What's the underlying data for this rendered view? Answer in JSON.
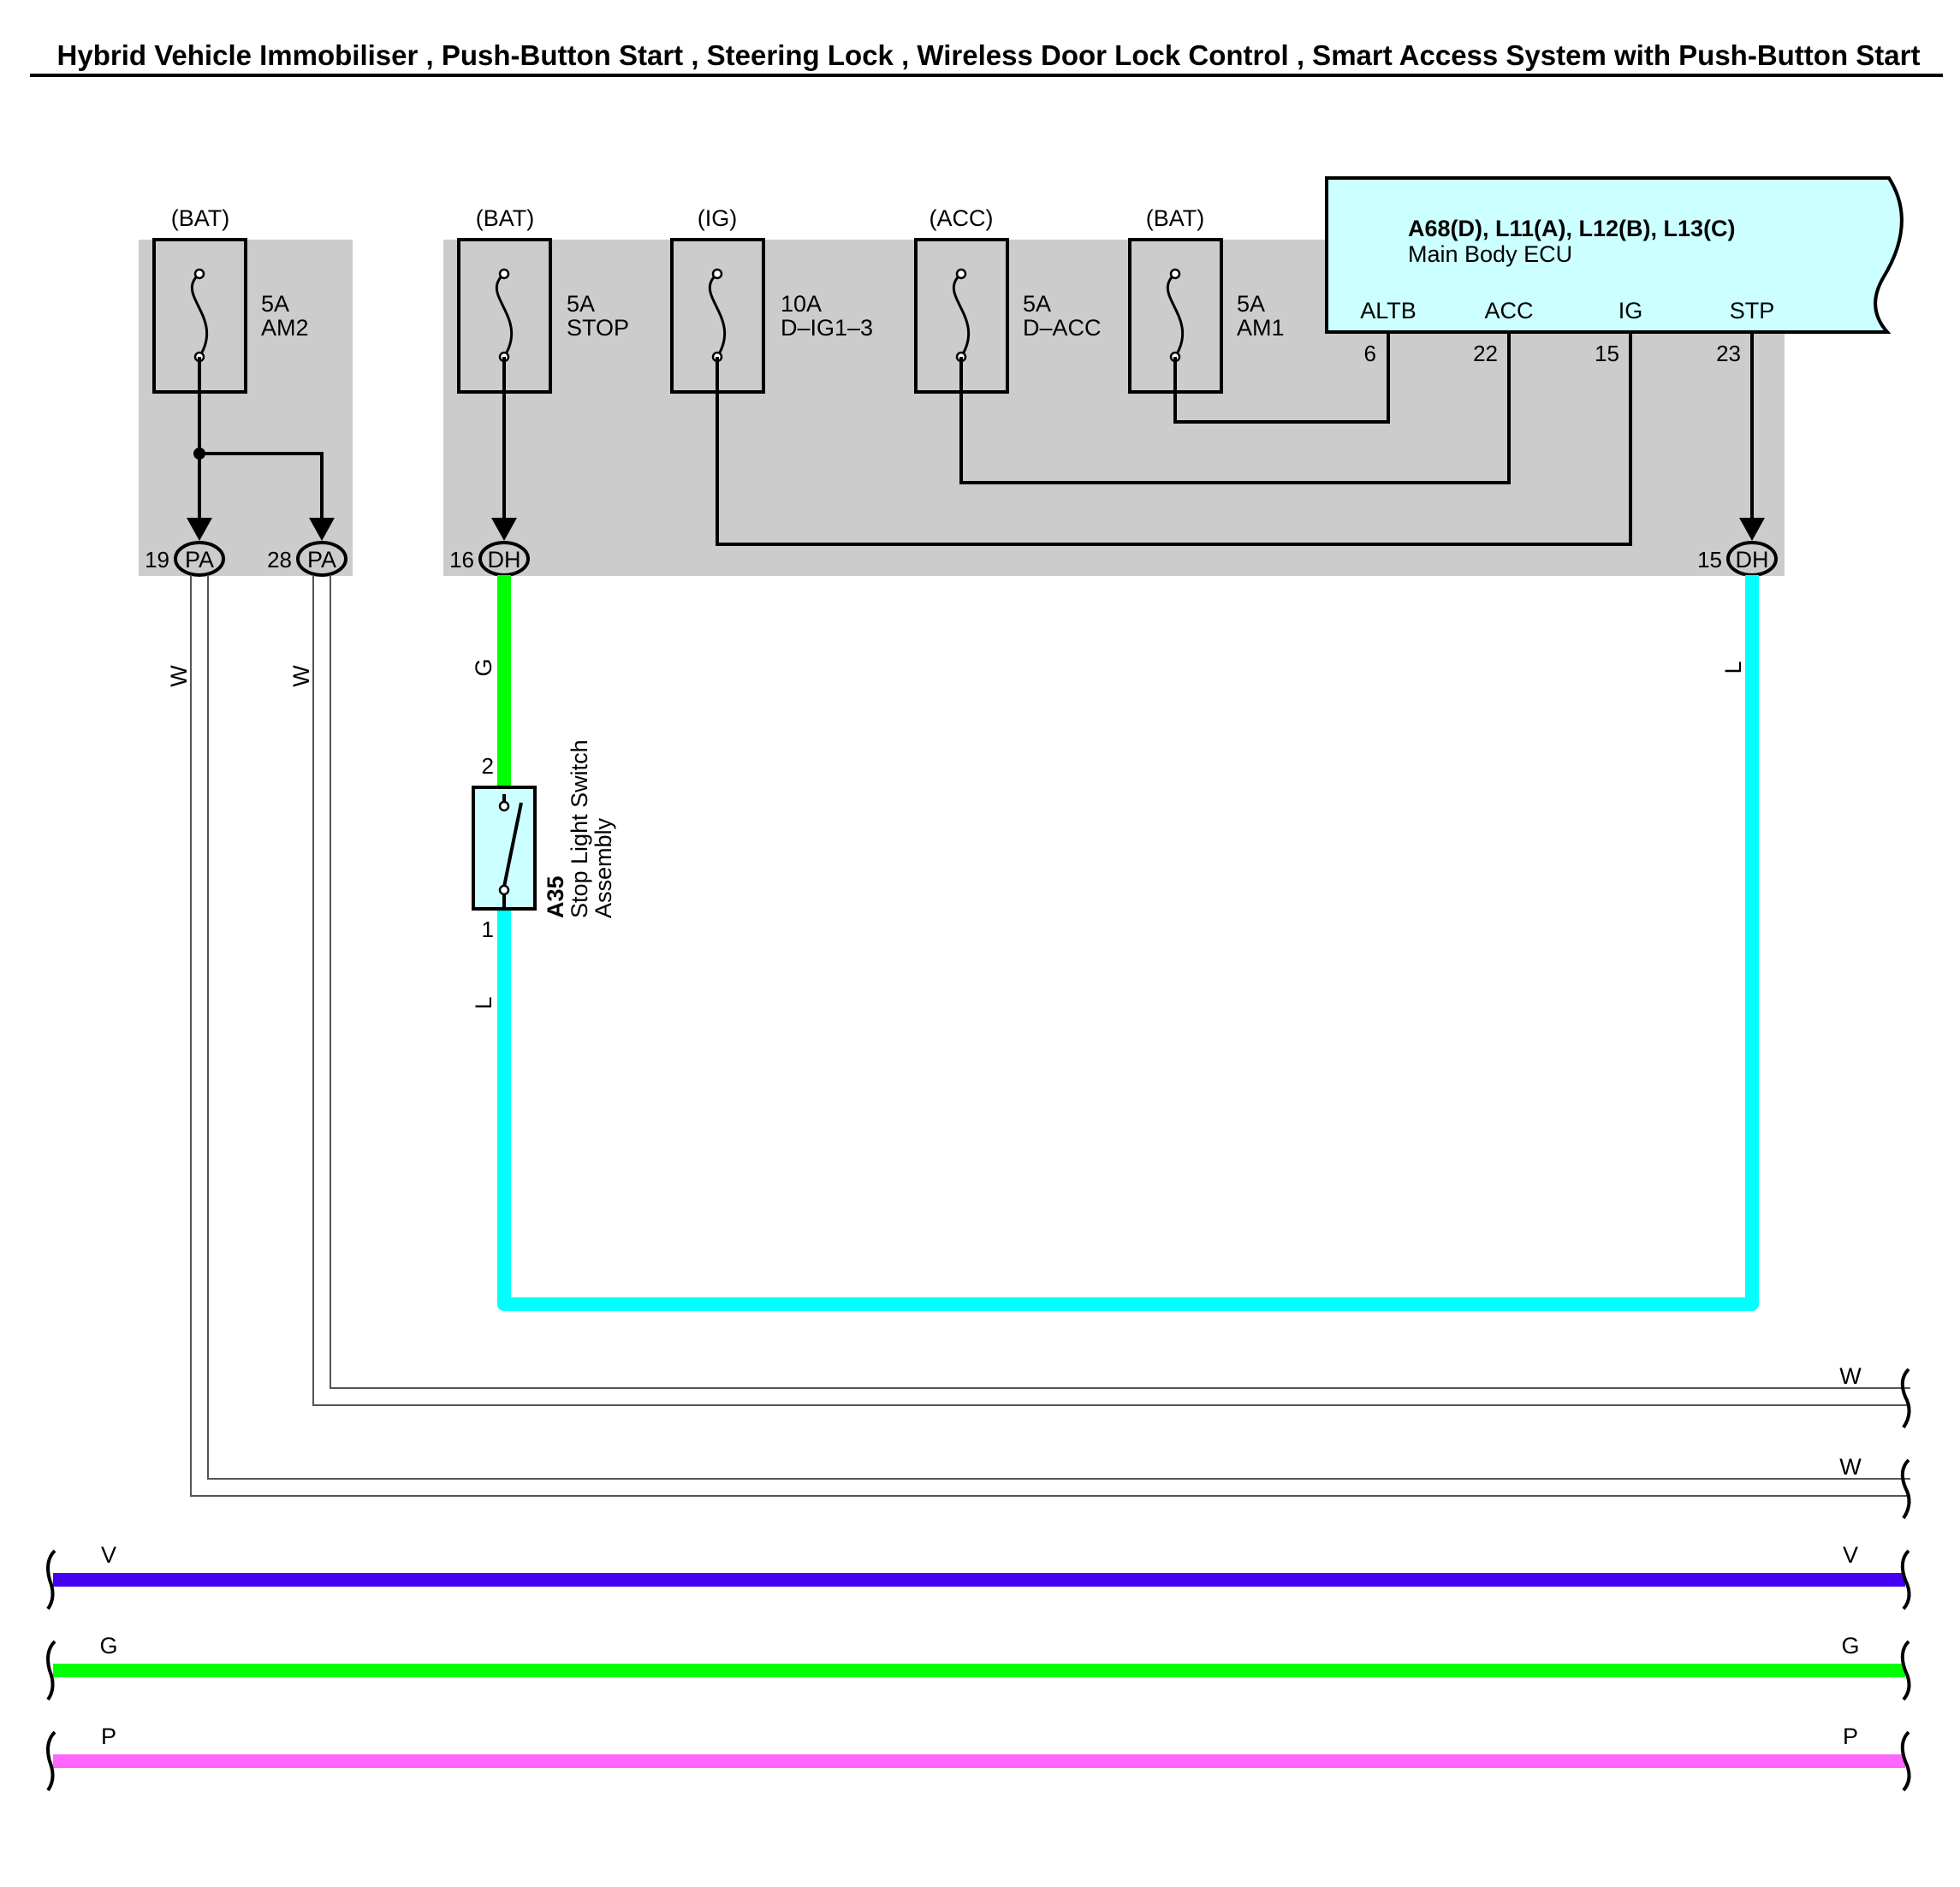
{
  "title": "Hybrid Vehicle Immobiliser , Push-Button Start , Steering Lock , Wireless Door Lock Control , Smart Access System with Push-Button Start",
  "fuses": [
    {
      "source": "(BAT)",
      "rating": "5A",
      "name": "AM2"
    },
    {
      "source": "(BAT)",
      "rating": "5A",
      "name": "STOP"
    },
    {
      "source": "(IG)",
      "rating": "10A",
      "name": "D–IG1–3"
    },
    {
      "source": "(ACC)",
      "rating": "5A",
      "name": "D–ACC"
    },
    {
      "source": "(BAT)",
      "rating": "5A",
      "name": "AM1"
    }
  ],
  "ecu": {
    "connectors": "A68(D), L11(A), L12(B), L13(C)",
    "name": "Main Body ECU",
    "terminals": [
      {
        "label": "ALTB",
        "pin": "6"
      },
      {
        "label": "ACC",
        "pin": "22"
      },
      {
        "label": "IG",
        "pin": "15"
      },
      {
        "label": "STP",
        "pin": "23"
      }
    ]
  },
  "junction_connectors": [
    {
      "pin": "19",
      "code": "PA"
    },
    {
      "pin": "28",
      "code": "PA"
    },
    {
      "pin": "16",
      "code": "DH"
    },
    {
      "pin": "15",
      "code": "DH"
    }
  ],
  "stop_switch": {
    "code": "A35",
    "name_line1": "Stop Light Switch",
    "name_line2": "Assembly",
    "pin_top": "2",
    "pin_bottom": "1"
  },
  "wire_colors": {
    "pa19": "W",
    "pa28": "W",
    "dh16": "G",
    "dh15": "L",
    "switch_out": "L",
    "w_upper": "W",
    "w_lower": "W",
    "violet_left": "V",
    "violet_right": "V",
    "green_left": "G",
    "green_right": "G",
    "pink_left": "P",
    "pink_right": "P"
  },
  "colors": {
    "junction_block": "#cccccc",
    "ecu_fill": "#ccffff",
    "cyan_wire": "#00ffff",
    "green_wire": "#00ff00",
    "violet_wire": "#4400ee",
    "pink_wire": "#ff66ff"
  }
}
